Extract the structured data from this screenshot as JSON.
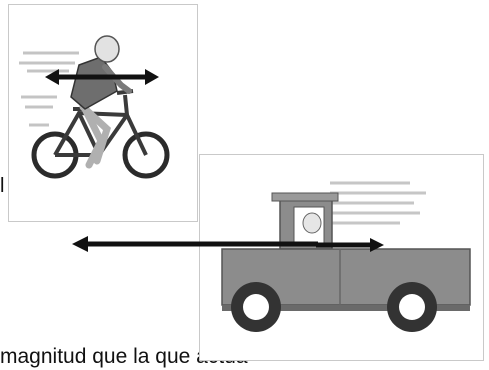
{
  "text_fragments": {
    "left_partial": "l",
    "bottom_partial": "magnitud que la que actúa"
  },
  "illustrations": {
    "bicycle": "cyclist-on-bicycle-with-double-arrow",
    "truck": "pickup-truck-with-double-arrow",
    "connector": "long-left-arrow"
  },
  "colors": {
    "arrow": "#111111",
    "truck_body": "#8c8c8c",
    "truck_dark": "#4a4a4a",
    "speed_lines": "#b5b5b5",
    "rider_shirt": "#6e6e6e",
    "bike_frame": "#3a3a3a"
  }
}
